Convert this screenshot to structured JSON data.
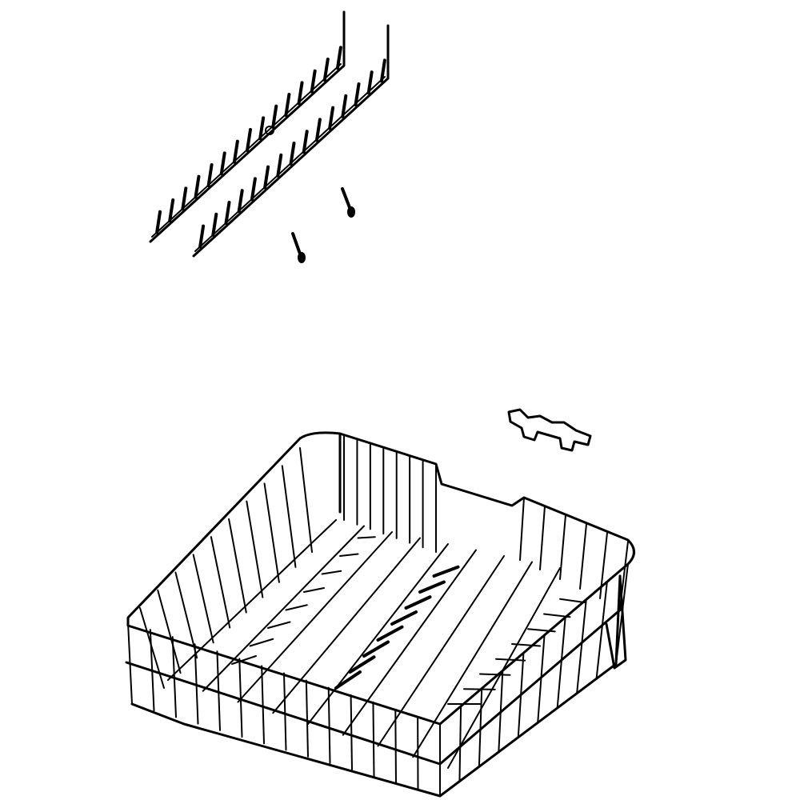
{
  "colors": {
    "background": "#ffffff",
    "line": "#000000"
  },
  "parts": {
    "tine_row_count": 2,
    "tines_per_row": 15,
    "clip_count": 2
  }
}
